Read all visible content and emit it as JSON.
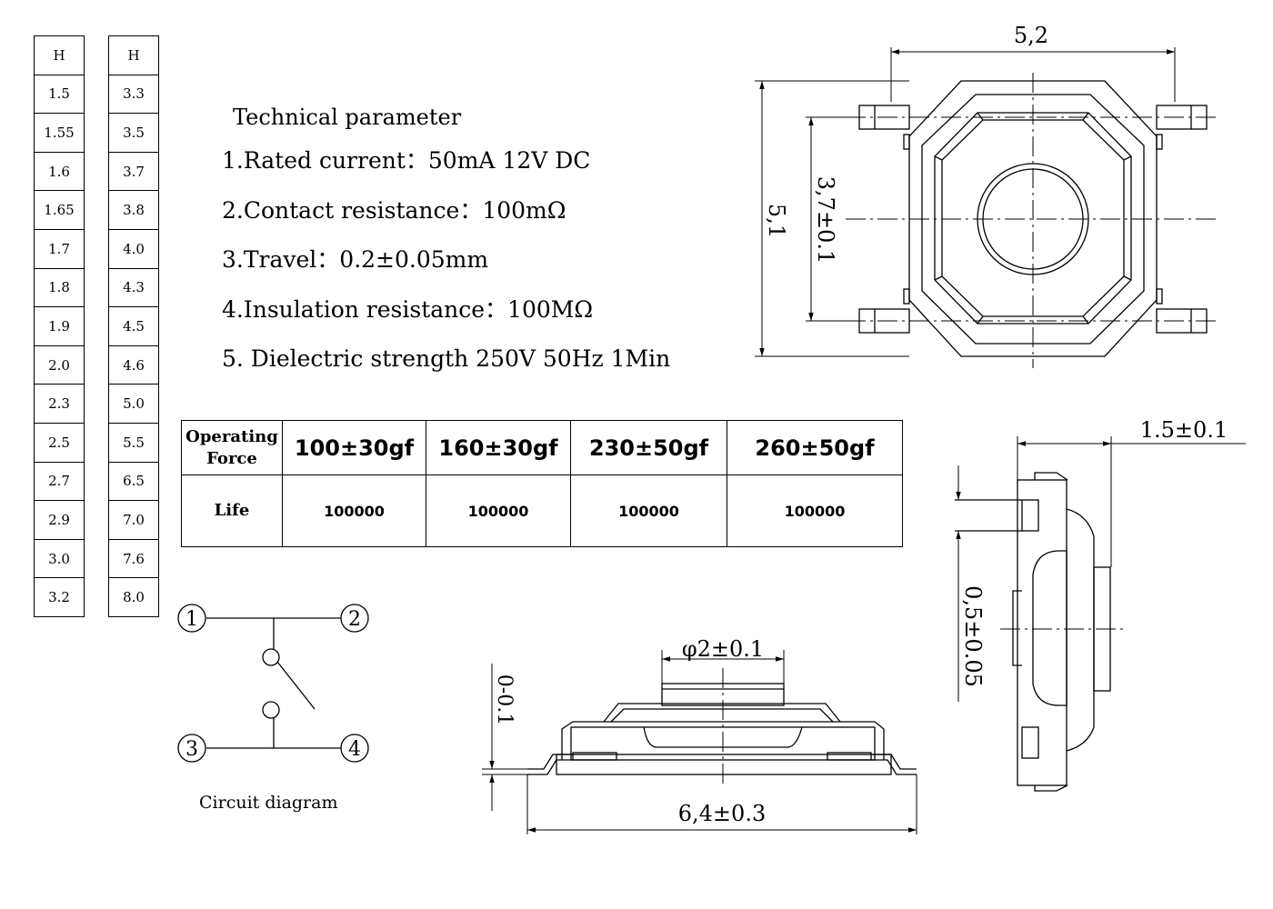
{
  "height_table_left": {
    "header": "H",
    "values": [
      "1.5",
      "1.55",
      "1.6",
      "1.65",
      "1.7",
      "1.8",
      "1.9",
      "2.0",
      "2.3",
      "2.5",
      "2.7",
      "2.9",
      "3.0",
      "3.2"
    ]
  },
  "height_table_right": {
    "header": "H",
    "values": [
      "3.3",
      "3.5",
      "3.7",
      "3.8",
      "4.0",
      "4.3",
      "4.5",
      "4.6",
      "5.0",
      "5.5",
      "6.5",
      "7.0",
      "7.6",
      "8.0"
    ]
  },
  "technical": {
    "title": "Technical parameter",
    "lines": [
      "1.Rated current：50mA 12V DC",
      "2.Contact resistance：100mΩ",
      "3.Travel：0.2±0.05mm",
      "4.Insulation resistance：100MΩ",
      "5. Dielectric strength 250V 50Hz 1Min"
    ]
  },
  "operating_table": {
    "force_header": "Operating Force",
    "life_header": "Life",
    "forces": [
      "100±30gf",
      "160±30gf",
      "230±50gf",
      "260±50gf"
    ],
    "lives": [
      "100000",
      "100000",
      "100000",
      "100000"
    ]
  },
  "circuit": {
    "caption": "Circuit diagram",
    "terminals": [
      "1",
      "2",
      "3",
      "4"
    ]
  },
  "dimensions": {
    "top_width": "5,2",
    "top_height": "5,1",
    "top_inner": "3,7±0.1",
    "side_width": "6,4±0.3",
    "side_cap": "φ2±0.1",
    "side_offset": "0-0.1",
    "right_depth": "1.5±0.1",
    "right_lead": "0,5±0.05"
  }
}
